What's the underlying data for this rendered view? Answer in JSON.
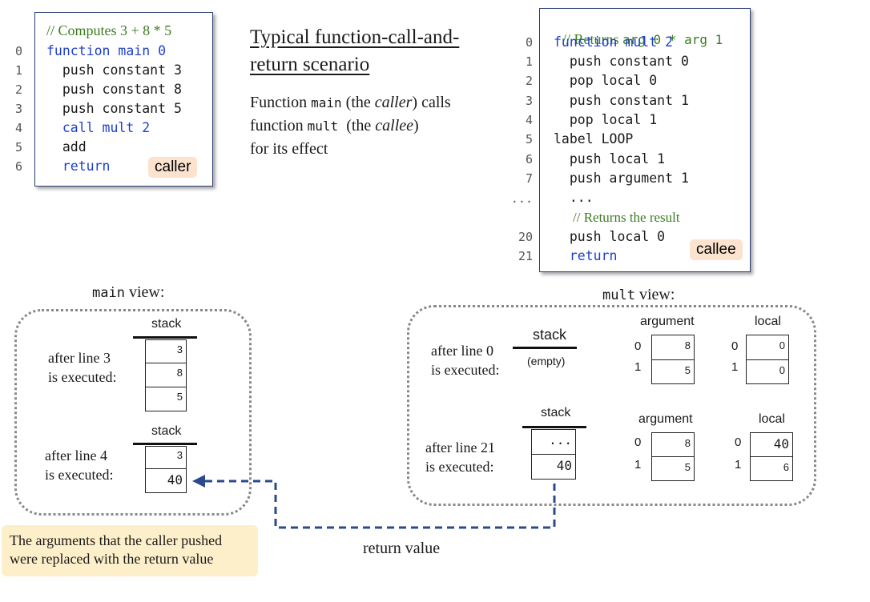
{
  "caller_code": {
    "comment": "// Computes 3 + 8 * 5",
    "line_numbers": [
      "0",
      "1",
      "2",
      "3",
      "4",
      "5",
      "6"
    ],
    "lines": [
      "function main 0",
      "  push constant 3",
      "  push constant 8",
      "  push constant 5",
      "  call mult 2",
      "  add",
      "  return"
    ],
    "tag": "caller"
  },
  "callee_code": {
    "comment_prefix": "// Returns ",
    "comment_code": "arg 0 * arg 1",
    "line_numbers": [
      "0",
      "1",
      "2",
      "3",
      "4",
      "5",
      "6",
      "7",
      "...",
      "20",
      "21"
    ],
    "lines": [
      "function mult 2",
      "  push constant 0",
      "  pop local 0",
      "  push constant 1",
      "  pop local 1",
      "label LOOP",
      "  push local 1",
      "  push argument 1",
      "  ...",
      "  push local 0",
      "  return"
    ],
    "inner_comment": "// Returns the result",
    "tag": "callee"
  },
  "title": {
    "line1": "Typical function-call-and-",
    "line2": "return scenario"
  },
  "description": {
    "t1": "Function ",
    "c1": "main",
    "t2": " (the ",
    "i1": "caller",
    "t3": ") calls",
    "t4": "function ",
    "c2": "mult",
    "t5": "  (the ",
    "i2": "callee",
    "t6": ")",
    "line3": "for its effect"
  },
  "main_view": {
    "label_code": "main",
    "label_text": " view:",
    "state1": {
      "caption1": "after line 3",
      "caption2": "is executed:",
      "stack_title": "stack",
      "stack": [
        "3",
        "8",
        "5"
      ]
    },
    "state2": {
      "caption1": "after line 4",
      "caption2": "is executed:",
      "stack_title": "stack",
      "stack": [
        "3",
        "40"
      ]
    }
  },
  "mult_view": {
    "label_code": "mult",
    "label_text": " view:",
    "state1": {
      "caption1": "after line 0",
      "caption2": "is executed:",
      "stack_title": "stack",
      "stack_empty": "(empty)",
      "argument_title": "argument",
      "argument": [
        "8",
        "5"
      ],
      "local_title": "local",
      "local": [
        "0",
        "0"
      ],
      "indices": [
        "0",
        "1"
      ]
    },
    "state2": {
      "caption1": "after line 21",
      "caption2": "is executed:",
      "stack_title": "stack",
      "stack": [
        "...",
        "40"
      ],
      "argument_title": "argument",
      "argument": [
        "8",
        "5"
      ],
      "local_title": "local",
      "local": [
        "40",
        "6"
      ],
      "indices": [
        "0",
        "1"
      ]
    }
  },
  "note": "The arguments that the caller pushed were replaced with the return value",
  "return_label": "return value",
  "colors": {
    "keyword": "#1d3fd0",
    "comment": "#3a7d1f",
    "arrow": "#2b4a8c",
    "tag_bg": "#fbe3cf",
    "note_bg": "#fdefc9"
  }
}
